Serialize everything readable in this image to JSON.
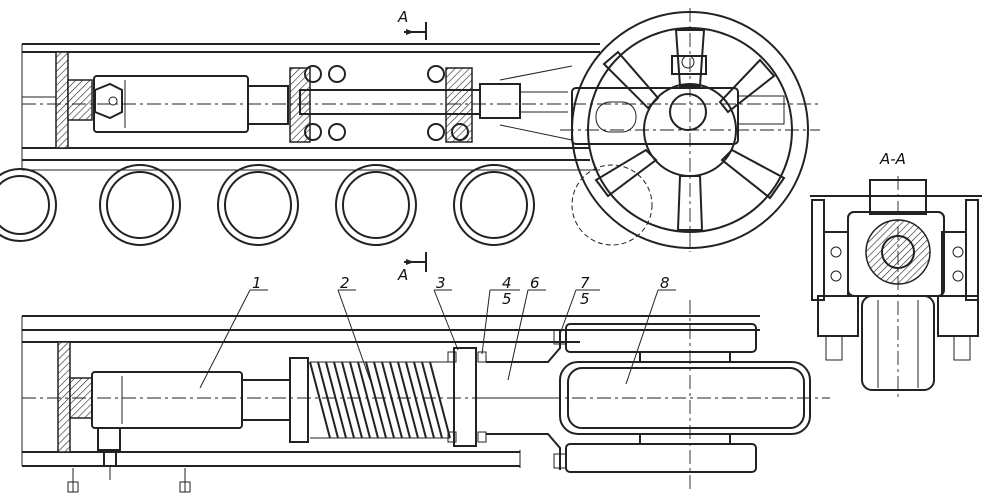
{
  "section": {
    "marker_top": "A",
    "marker_bottom": "A",
    "view_title": "A-A"
  },
  "callouts": [
    {
      "num": "1"
    },
    {
      "num": "2"
    },
    {
      "num": "3"
    },
    {
      "num": "4",
      "sub": "5"
    },
    {
      "num": "6"
    },
    {
      "num": "7",
      "sub": "5"
    },
    {
      "num": "8"
    }
  ]
}
